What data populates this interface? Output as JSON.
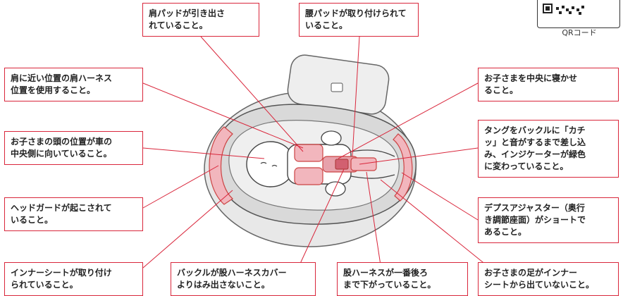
{
  "qr": {
    "caption": "QRコード"
  },
  "callouts": {
    "shoulder_pad_pulled": "肩パッドが引き出さ\nれていること。",
    "waist_pad_attached": "腰パッドが取り付けられて\nいること。",
    "shoulder_harness_position": "肩に近い位置の肩ハーネス\n位置を使用すること。",
    "child_center": "お子さまを中央に寝かせ\nること。",
    "head_toward_center": "お子さまの頭の位置が車の\n中央側に向いていること。",
    "tongue_buckle": "タングをバックルに「カチ\nッ」と音がするまで差し込\nみ、インジケーターが緑色\nに変わっていること。",
    "headguard_raised": "ヘッドガードが起こされて\nいること。",
    "depth_adjuster": "デプスアジャスター（奥行\nき調節座面）がショートで\nあること。",
    "inner_seat_attached": "インナーシートが取り付け\nられていること。",
    "buckle_cover": "バックルが股ハーネスカバー\nよりはみ出さないこと。",
    "crotch_harness": "股ハーネスが一番後ろ\nまで下がっていること。",
    "feet_inside": "お子さまの足がインナー\nシートから出ていないこと。"
  },
  "colors": {
    "leader": "#d9263b",
    "callout_border": "#d9263b",
    "harness_pink": "#f2b6bd",
    "seat_gray": "#d9d9d9"
  }
}
